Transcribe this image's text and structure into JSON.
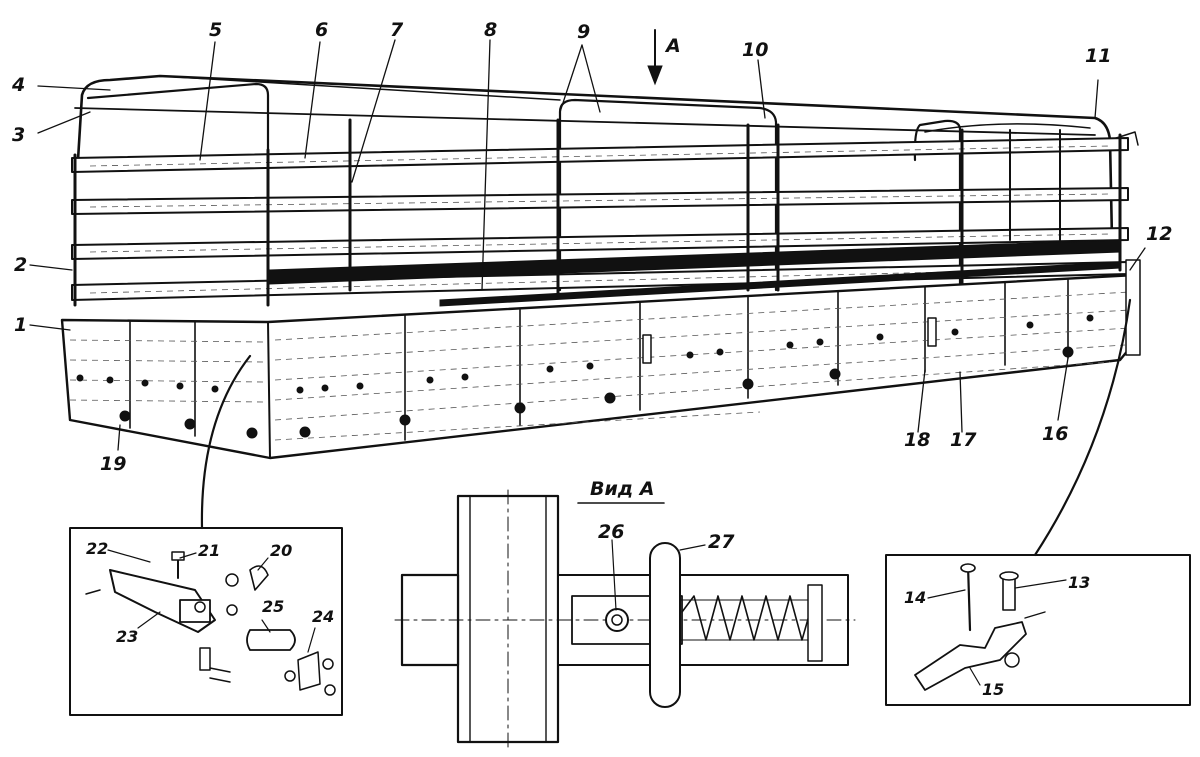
{
  "figure": {
    "callouts": [
      "1",
      "2",
      "3",
      "4",
      "5",
      "6",
      "7",
      "8",
      "9",
      "10",
      "11",
      "12",
      "13",
      "14",
      "15",
      "16",
      "17",
      "18",
      "19",
      "20",
      "21",
      "22",
      "23",
      "24",
      "25",
      "26",
      "27"
    ],
    "view_label": "Вид А",
    "arrow_label": "А"
  }
}
